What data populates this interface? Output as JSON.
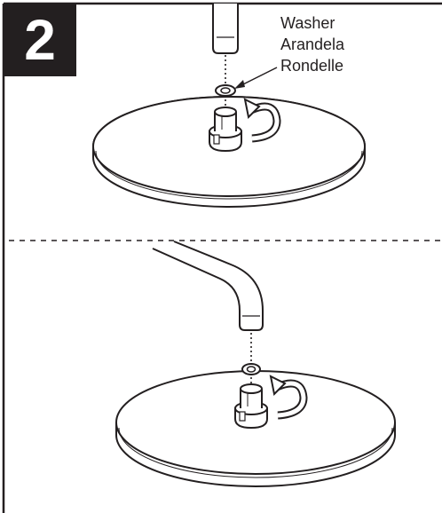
{
  "step": {
    "number": "2"
  },
  "washer_labels": [
    "Washer",
    "Arandela",
    "Rondelle"
  ],
  "colors": {
    "ink": "#231f20",
    "paper": "#ffffff"
  },
  "icons": [
    "rotate-clockwise-arrow-icon",
    "rotate-clockwise-arrow-icon"
  ]
}
